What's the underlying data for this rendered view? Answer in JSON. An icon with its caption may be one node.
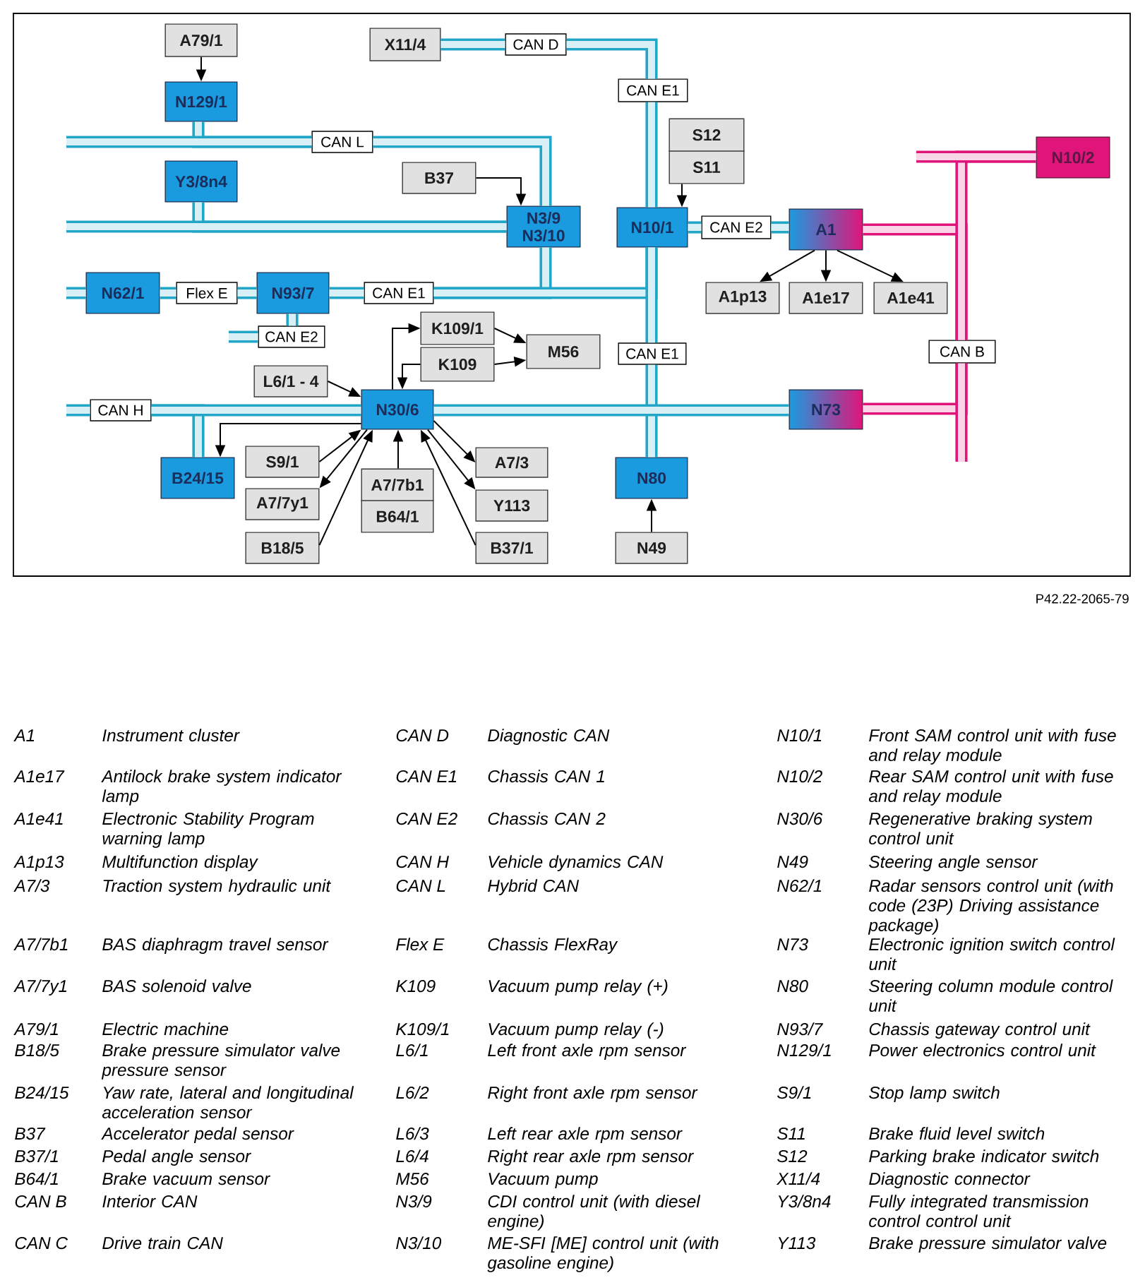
{
  "diagram": {
    "nodes": [
      {
        "text": [
          "A79/1"
        ]
      },
      {
        "text": [
          "X11/4"
        ]
      },
      {
        "text": [
          "CAN D"
        ]
      },
      {
        "text": [
          "CAN E1"
        ]
      },
      {
        "text": [
          "N129/1"
        ]
      },
      {
        "text": [
          "S12",
          "S11"
        ]
      },
      {
        "text": [
          "CAN L"
        ]
      },
      {
        "text": [
          "N10/2"
        ]
      },
      {
        "text": [
          "Y3/8n4"
        ]
      },
      {
        "text": [
          "B37"
        ]
      },
      {
        "text": [
          "N3/9",
          "N3/10"
        ]
      },
      {
        "text": [
          "N10/1"
        ]
      },
      {
        "text": [
          "CAN E2"
        ]
      },
      {
        "text": [
          "A1"
        ]
      },
      {
        "text": [
          "N62/1"
        ]
      },
      {
        "text": [
          "Flex E"
        ]
      },
      {
        "text": [
          "N93/7"
        ]
      },
      {
        "text": [
          "CAN E1"
        ]
      },
      {
        "text": [
          "A1p13"
        ]
      },
      {
        "text": [
          "A1e17"
        ]
      },
      {
        "text": [
          "A1e41"
        ]
      },
      {
        "text": [
          "K109/1"
        ]
      },
      {
        "text": [
          "CAN E2"
        ]
      },
      {
        "text": [
          "M56"
        ]
      },
      {
        "text": [
          "CAN B"
        ]
      },
      {
        "text": [
          "CAN E1"
        ]
      },
      {
        "text": [
          "K109"
        ]
      },
      {
        "text": [
          "L6/1 - 4"
        ]
      },
      {
        "text": [
          "N30/6"
        ]
      },
      {
        "text": [
          "N73"
        ]
      },
      {
        "text": [
          "CAN H"
        ]
      },
      {
        "text": [
          "S9/1"
        ]
      },
      {
        "text": [
          "A7/3"
        ]
      },
      {
        "text": [
          "B24/15"
        ]
      },
      {
        "text": [
          "N80"
        ]
      },
      {
        "text": [
          "A7/7b1",
          "B64/1"
        ]
      },
      {
        "text": [
          "A7/7y1"
        ]
      },
      {
        "text": [
          "Y113"
        ]
      },
      {
        "text": [
          "B18/5"
        ]
      },
      {
        "text": [
          "B37/1"
        ]
      },
      {
        "text": [
          "N49"
        ]
      }
    ],
    "edges": [
      {
        "from": 4,
        "to": 6,
        "arrow": "none"
      },
      {
        "from": null,
        "to": 6,
        "arrow": "none"
      },
      {
        "from": 6,
        "to": 10,
        "arrow": "none"
      },
      {
        "from": 8,
        "to": 10,
        "arrow": "none"
      },
      {
        "from": null,
        "to": 10,
        "arrow": "none"
      },
      {
        "from": 1,
        "to": 2,
        "arrow": "none"
      },
      {
        "from": 2,
        "to": 3,
        "arrow": "none"
      },
      {
        "from": 3,
        "to": 11,
        "arrow": "none"
      },
      {
        "from": 10,
        "to": 17,
        "arrow": "none"
      },
      {
        "from": null,
        "to": 14,
        "arrow": "none"
      },
      {
        "from": 14,
        "to": 15,
        "arrow": "none"
      },
      {
        "from": 15,
        "to": 16,
        "arrow": "none"
      },
      {
        "from": 16,
        "to": 17,
        "arrow": "none"
      },
      {
        "from": 16,
        "to": 22,
        "arrow": "none"
      },
      {
        "from": null,
        "to": 22,
        "arrow": "none"
      },
      {
        "from": 17,
        "to": 11,
        "arrow": "none"
      },
      {
        "from": 11,
        "to": 25,
        "arrow": "none"
      },
      {
        "from": 25,
        "to": 34,
        "arrow": "none"
      },
      {
        "from": 11,
        "to": 12,
        "arrow": "none"
      },
      {
        "from": 12,
        "to": 13,
        "arrow": "none"
      },
      {
        "from": null,
        "to": 30,
        "arrow": "none"
      },
      {
        "from": 33,
        "to": 30,
        "arrow": "none"
      },
      {
        "from": 30,
        "to": 28,
        "arrow": "none"
      },
      {
        "from": 28,
        "to": 29,
        "arrow": "none"
      },
      {
        "from": 13,
        "to": 24,
        "arrow": "none",
        "color": "#e0157a"
      },
      {
        "from": 24,
        "to": 7,
        "arrow": "none",
        "color": "#e0157a"
      },
      {
        "from": null,
        "to": 7,
        "arrow": "none",
        "color": "#e0157a"
      },
      {
        "from": 29,
        "to": 24,
        "arrow": "none",
        "color": "#e0157a"
      },
      {
        "from": 24,
        "to": null,
        "arrow": "none",
        "color": "#e0157a"
      },
      {
        "from": 0,
        "to": 4,
        "arrow": "to",
        "color": "#000000"
      },
      {
        "from": 5,
        "to": 11,
        "arrow": "to",
        "color": "#000000"
      },
      {
        "from": 9,
        "to": 10,
        "arrow": "to",
        "color": "#000000"
      },
      {
        "from": 13,
        "to": 18,
        "arrow": "to",
        "color": "#000000"
      },
      {
        "from": 13,
        "to": 19,
        "arrow": "to",
        "color": "#000000"
      },
      {
        "from": 13,
        "to": 20,
        "arrow": "to",
        "color": "#000000"
      },
      {
        "from": 28,
        "to": 21,
        "arrow": "to",
        "color": "#000000"
      },
      {
        "from": 26,
        "to": 28,
        "arrow": "to",
        "color": "#000000"
      },
      {
        "from": 21,
        "to": 23,
        "arrow": "to",
        "color": "#000000"
      },
      {
        "from": 26,
        "to": 23,
        "arrow": "to",
        "color": "#000000"
      },
      {
        "from": 27,
        "to": 28,
        "arrow": "to",
        "color": "#000000"
      },
      {
        "from": 28,
        "to": 33,
        "arrow": "to",
        "color": "#000000"
      },
      {
        "from": 31,
        "to": 28,
        "arrow": "to",
        "color": "#000000"
      },
      {
        "from": 28,
        "to": 36,
        "arrow": "to",
        "color": "#000000"
      },
      {
        "from": 38,
        "to": 28,
        "arrow": "to",
        "color": "#000000"
      },
      {
        "from": 35,
        "to": 28,
        "arrow": "to",
        "color": "#000000"
      },
      {
        "from": 28,
        "to": 32,
        "arrow": "to",
        "color": "#000000"
      },
      {
        "from": 28,
        "to": 37,
        "arrow": "to",
        "color": "#000000"
      },
      {
        "from": 39,
        "to": 28,
        "arrow": "to",
        "color": "#000000"
      },
      {
        "from": 40,
        "to": 34,
        "arrow": "to",
        "color": "#000000"
      }
    ],
    "labels": [
      "P42.22-2065-79",
      "A1",
      "Instrument cluster",
      "CAN D",
      "Diagnostic CAN",
      "N10/1",
      "Front SAM control unit with fuse and relay module",
      "A1e17",
      "Antilock brake system indicator lamp",
      "CAN E1",
      "Chassis CAN 1",
      "N10/2",
      "Rear SAM control unit with fuse and relay module",
      "A1e41",
      "Electronic Stability Program warning lamp",
      "CAN E2",
      "Chassis CAN 2",
      "N30/6",
      "Regenerative braking system control unit",
      "A1p13",
      "Multifunction display",
      "CAN H",
      "Vehicle dynamics CAN",
      "N49",
      "Steering angle sensor",
      "A7/3",
      "Traction system hydraulic unit",
      "CAN L",
      "Hybrid CAN",
      "N62/1",
      "Radar sensors control unit (with code (23P) Driving assistance package)",
      "A7/7b1",
      "BAS diaphragm travel sensor",
      "Flex E",
      "Chassis FlexRay",
      "N73",
      "Electronic ignition switch control unit",
      "A7/7y1",
      "BAS solenoid valve",
      "K109",
      "Vacuum pump relay (+)",
      "N80",
      "Steering column module control unit",
      "A79/1",
      "Electric machine",
      "K109/1",
      "Vacuum pump relay (-)",
      "N93/7",
      "Chassis gateway control unit",
      "B18/5",
      "Brake pressure simulator valve pressure sensor",
      "L6/1",
      "Left front axle rpm sensor",
      "N129/1",
      "Power electronics control unit",
      "B24/15",
      "Yaw rate, lateral and longitudinal acceleration sensor",
      "L6/2",
      "Right front axle rpm sensor",
      "S9/1",
      "Stop lamp switch",
      "B37",
      "Accelerator pedal sensor",
      "L6/3",
      "Left rear axle rpm sensor",
      "S11",
      "Brake fluid level switch",
      "B37/1",
      "Pedal angle sensor",
      "L6/4",
      "Right rear axle rpm sensor",
      "S12",
      "Parking brake indicator switch",
      "B64/1",
      "Brake vacuum sensor",
      "M56",
      "Vacuum pump",
      "X11/4",
      "Diagnostic connector",
      "CAN B",
      "Interior CAN",
      "N3/9",
      "CDI control unit (with diesel engine)",
      "Y3/8n4",
      "Fully integrated transmission control control unit",
      "CAN C",
      "Drive train CAN",
      "N3/10",
      "ME-SFI [ME] control unit (with gasoline engine)",
      "Y113",
      "Brake pressure simulator valve"
    ]
  }
}
